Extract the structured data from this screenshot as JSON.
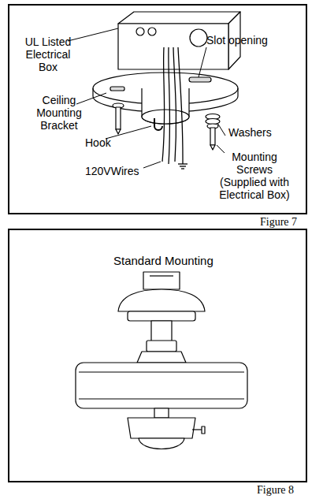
{
  "diagram": {
    "nodes": [
      {
        "text": [
          "UL Listed Electrical Box",
          "Slot opening",
          "Ceiling Mounting Bracket",
          "Hook",
          "Washers",
          "Mounting Screws (Supplied with Electrical Box)",
          "120VWires"
        ]
      },
      {
        "text": [
          "Standard Mounting"
        ]
      }
    ],
    "labels": [
      "Figure 7",
      "Figure 8"
    ]
  }
}
